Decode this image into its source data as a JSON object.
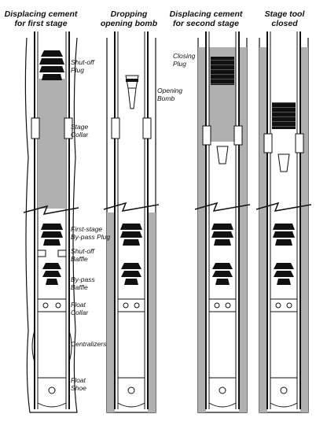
{
  "stages": [
    {
      "title": [
        "Displacing cement",
        "for first stage"
      ]
    },
    {
      "title": [
        "Dropping",
        "opening bomb"
      ]
    },
    {
      "title": [
        "Displacing cement",
        "for second stage"
      ]
    },
    {
      "title": [
        "Stage tool",
        "closed"
      ]
    }
  ],
  "callouts": {
    "shutoff_plug": [
      "Shut-off",
      "Plug"
    ],
    "stage_collar": [
      "Stage",
      "Collar"
    ],
    "opening_bomb": [
      "Opening",
      "Bomb"
    ],
    "closing_plug": [
      "Closing",
      "Plug"
    ],
    "first_stage_bypass_plug": [
      "First-stage",
      "By-pass Plug"
    ],
    "shutoff_baffle": [
      "Shut-off",
      "Baffle"
    ],
    "bypass_baffle": [
      "By-pass",
      "Baffle"
    ],
    "float_collar": [
      "Float",
      "Collar"
    ],
    "centralizers": [
      "Centralizers"
    ],
    "float_shoe": [
      "Float",
      "Shoe"
    ]
  },
  "colors": {
    "cement": "#b0b0b0",
    "plug": "#111111",
    "casing": "#111111"
  }
}
